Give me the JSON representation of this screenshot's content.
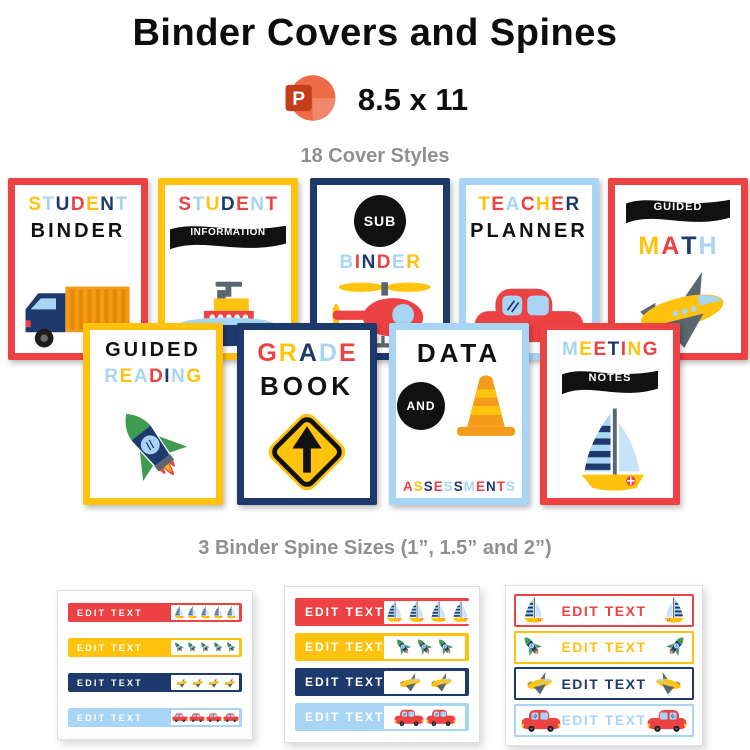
{
  "palette": {
    "red": "#ED4244",
    "yellow": "#FFC20D",
    "navy": "#1E3A6D",
    "lightblue": "#A9D5F4",
    "black": "#111111",
    "gray": "#909090",
    "orange": "#F59B1B",
    "green": "#3E9B4F",
    "steel": "#5B6770",
    "ppt_dark": "#C43E1C",
    "ppt_mid": "#ED6C47",
    "ppt_light": "#F0876B"
  },
  "header": {
    "title": "Binder Covers and Spines",
    "powerpoint_icon": "powerpoint-icon",
    "format_label": "8.5 x 11",
    "styles_label": "18 Cover Styles"
  },
  "covers": [
    {
      "id": "student-binder",
      "border": "red",
      "blocks": [
        {
          "type": "letters",
          "letters": [
            [
              "S",
              "yellow"
            ],
            [
              "T",
              "lightblue"
            ],
            [
              "U",
              "navy"
            ],
            [
              "D",
              "red"
            ],
            [
              "E",
              "yellow"
            ],
            [
              "N",
              "navy"
            ],
            [
              "T",
              "lightblue"
            ]
          ]
        },
        {
          "type": "text",
          "text": "BINDER"
        },
        {
          "type": "icon",
          "icon": "truck-icon"
        }
      ]
    },
    {
      "id": "student-information",
      "border": "yellow",
      "blocks": [
        {
          "type": "letters",
          "letters": [
            [
              "S",
              "red"
            ],
            [
              "T",
              "lightblue"
            ],
            [
              "U",
              "yellow"
            ],
            [
              "D",
              "navy"
            ],
            [
              "E",
              "red"
            ],
            [
              "N",
              "lightblue"
            ],
            [
              "T",
              "red"
            ]
          ]
        },
        {
          "type": "banner",
          "text": "INFORMATION"
        },
        {
          "type": "icon",
          "icon": "steamboat-icon"
        }
      ]
    },
    {
      "id": "sub-binder",
      "border": "navy",
      "blocks": [
        {
          "type": "circle",
          "text": "SUB"
        },
        {
          "type": "letters",
          "letters": [
            [
              "B",
              "lightblue"
            ],
            [
              "I",
              "red"
            ],
            [
              "N",
              "navy"
            ],
            [
              "D",
              "red"
            ],
            [
              "E",
              "lightblue"
            ],
            [
              "R",
              "yellow"
            ]
          ]
        },
        {
          "type": "icon",
          "icon": "helicopter-icon"
        }
      ]
    },
    {
      "id": "teacher-planner",
      "border": "lightblue",
      "blocks": [
        {
          "type": "letters",
          "letters": [
            [
              "T",
              "yellow"
            ],
            [
              "E",
              "red"
            ],
            [
              "A",
              "lightblue"
            ],
            [
              "C",
              "red"
            ],
            [
              "H",
              "yellow"
            ],
            [
              "E",
              "red"
            ],
            [
              "R",
              "navy"
            ]
          ]
        },
        {
          "type": "text",
          "text": "PLANNER"
        },
        {
          "type": "icon",
          "icon": "car-icon"
        }
      ]
    },
    {
      "id": "guided-math",
      "border": "red",
      "blocks": [
        {
          "type": "banner",
          "text": "GUIDED"
        },
        {
          "type": "letters",
          "letters": [
            [
              "M",
              "yellow"
            ],
            [
              "A",
              "red"
            ],
            [
              "T",
              "navy"
            ],
            [
              "H",
              "lightblue"
            ]
          ]
        },
        {
          "type": "icon",
          "icon": "airplane-icon"
        }
      ]
    },
    {
      "id": "guided-reading",
      "border": "yellow",
      "blocks": [
        {
          "type": "text",
          "text": "GUIDED"
        },
        {
          "type": "letters",
          "letters": [
            [
              "R",
              "lightblue"
            ],
            [
              "E",
              "yellow"
            ],
            [
              "A",
              "lightblue"
            ],
            [
              "D",
              "red"
            ],
            [
              "I",
              "navy"
            ],
            [
              "N",
              "lightblue"
            ],
            [
              "G",
              "yellow"
            ]
          ]
        },
        {
          "type": "icon",
          "icon": "rocket-icon"
        }
      ]
    },
    {
      "id": "grade-book",
      "border": "navy",
      "blocks": [
        {
          "type": "letters",
          "letters": [
            [
              "G",
              "red"
            ],
            [
              "R",
              "yellow"
            ],
            [
              "A",
              "navy"
            ],
            [
              "D",
              "lightblue"
            ],
            [
              "E",
              "red"
            ]
          ]
        },
        {
          "type": "text",
          "text": "BOOK"
        },
        {
          "type": "icon",
          "icon": "road-sign-icon"
        }
      ]
    },
    {
      "id": "data-assessments",
      "border": "lightblue",
      "blocks": [
        {
          "type": "text",
          "text": "DATA"
        },
        {
          "type": "row",
          "items": [
            {
              "type": "circle",
              "text": "AND"
            },
            {
              "type": "icon",
              "icon": "traffic-cone-icon"
            }
          ]
        },
        {
          "type": "letters",
          "letters": [
            [
              "A",
              "red"
            ],
            [
              "S",
              "yellow"
            ],
            [
              "S",
              "navy"
            ],
            [
              "E",
              "red"
            ],
            [
              "S",
              "lightblue"
            ],
            [
              "S",
              "navy"
            ],
            [
              "M",
              "lightblue"
            ],
            [
              "E",
              "red"
            ],
            [
              "N",
              "navy"
            ],
            [
              "T",
              "red"
            ],
            [
              "S",
              "lightblue"
            ]
          ]
        }
      ]
    },
    {
      "id": "meeting-notes",
      "border": "red",
      "blocks": [
        {
          "type": "letters",
          "letters": [
            [
              "M",
              "lightblue"
            ],
            [
              "E",
              "yellow"
            ],
            [
              "E",
              "red"
            ],
            [
              "T",
              "navy"
            ],
            [
              "I",
              "red"
            ],
            [
              "N",
              "yellow"
            ],
            [
              "G",
              "red"
            ]
          ]
        },
        {
          "type": "banner",
          "text": "NOTES"
        },
        {
          "type": "icon",
          "icon": "sailboat-icon"
        }
      ]
    }
  ],
  "spines_section": {
    "title": "3 Binder Spine Sizes (1”, 1.5” and 2”)",
    "panels": [
      {
        "size": "1\"",
        "style": "filled",
        "spines": [
          {
            "color": "red",
            "label": "EDIT TEXT",
            "icon": "sailboat-icon",
            "icon_count": 5
          },
          {
            "color": "yellow",
            "label": "EDIT TEXT",
            "icon": "rocket-icon",
            "icon_count": 5
          },
          {
            "color": "navy",
            "label": "EDIT TEXT",
            "icon": "airplane-icon",
            "icon_count": 4
          },
          {
            "color": "lightblue",
            "label": "EDIT TEXT",
            "icon": "car-icon",
            "icon_count": 4
          }
        ]
      },
      {
        "size": "1.5\"",
        "style": "filled",
        "spines": [
          {
            "color": "red",
            "label": "EDIT TEXT",
            "icon": "sailboat-icon",
            "icon_count": 4
          },
          {
            "color": "yellow",
            "label": "EDIT TEXT",
            "icon": "rocket-icon",
            "icon_count": 3
          },
          {
            "color": "navy",
            "label": "EDIT TEXT",
            "icon": "airplane-icon",
            "icon_count": 2
          },
          {
            "color": "lightblue",
            "label": "EDIT TEXT",
            "icon": "car-icon",
            "icon_count": 2
          }
        ]
      },
      {
        "size": "2\"",
        "style": "outline",
        "spines": [
          {
            "color": "red",
            "label": "EDIT TEXT",
            "icon": "sailboat-icon",
            "icon_count": 2
          },
          {
            "color": "yellow",
            "label": "EDIT TEXT",
            "icon": "rocket-icon",
            "icon_count": 2
          },
          {
            "color": "navy",
            "label": "EDIT TEXT",
            "icon": "airplane-icon",
            "icon_count": 2
          },
          {
            "color": "lightblue",
            "label": "EDIT TEXT",
            "icon": "car-icon",
            "icon_count": 2
          }
        ]
      }
    ]
  }
}
